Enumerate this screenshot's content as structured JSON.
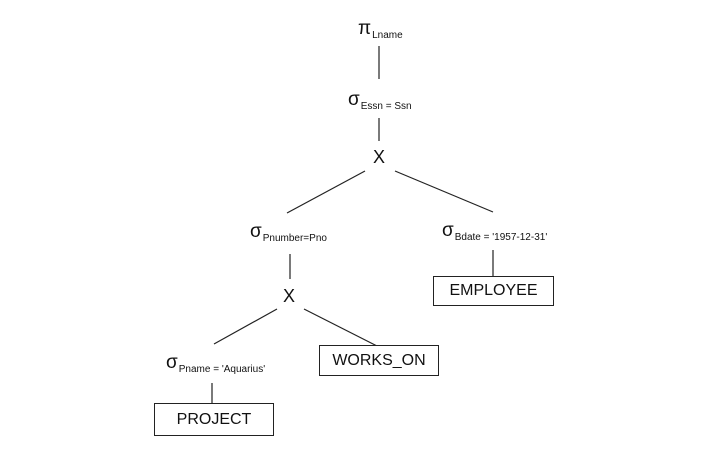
{
  "tree": {
    "projection": {
      "symbol": "π",
      "condition": "Lname"
    },
    "select_join1": {
      "symbol": "σ",
      "condition": "Essn = Ssn"
    },
    "cross1": {
      "symbol": "X"
    },
    "select_join2": {
      "symbol": "σ",
      "condition": "Pnumber=Pno"
    },
    "select_bdate": {
      "symbol": "σ",
      "condition": "Bdate = '1957-12-31'"
    },
    "employee": {
      "label": "EMPLOYEE"
    },
    "cross2": {
      "symbol": "X"
    },
    "select_pname": {
      "symbol": "σ",
      "condition": "Pname = 'Aquarius'"
    },
    "works_on": {
      "label": "WORKS_ON"
    },
    "project": {
      "label": "PROJECT"
    }
  }
}
